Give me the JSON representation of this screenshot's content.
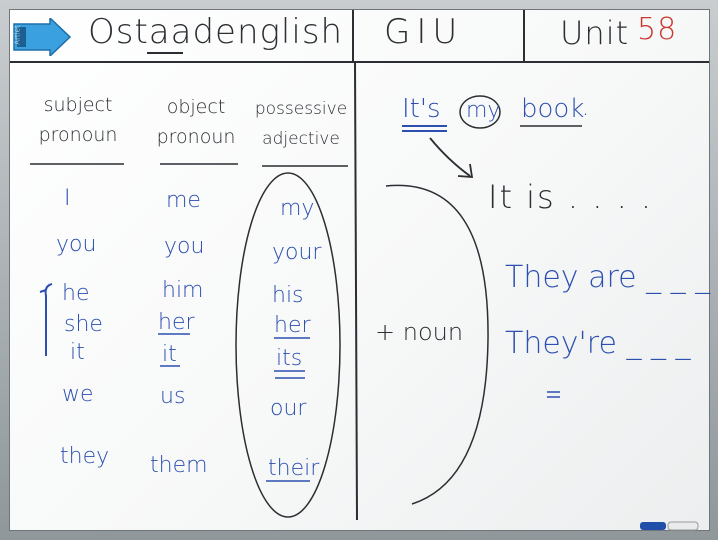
{
  "header": {
    "title": "Ostaadenglish",
    "center": "GIU",
    "unit_label": "Unit",
    "unit_number": "58"
  },
  "magnet": {
    "label": "Artlet",
    "color": "#3aa0e0"
  },
  "table": {
    "headers": [
      [
        "subject",
        "pronoun"
      ],
      [
        "object",
        "pronoun"
      ],
      [
        "possessive",
        "adjective"
      ]
    ],
    "rows": [
      [
        "I",
        "me",
        "my"
      ],
      [
        "you",
        "you",
        "your"
      ],
      [
        "he",
        "him",
        "his"
      ],
      [
        "she",
        "her",
        "her"
      ],
      [
        "it",
        "it",
        "its"
      ],
      [
        "we",
        "us",
        "our"
      ],
      [
        "they",
        "them",
        "their"
      ]
    ]
  },
  "right": {
    "example": [
      "It's",
      "my",
      "book",
      "."
    ],
    "expansion": "It is . . . .",
    "plus_noun": "+ noun",
    "they_are": "They are _ _ _",
    "theyre": "They're _ _ _"
  },
  "colors": {
    "black_ink": "#2b2e33",
    "blue_ink": "#2c4fb0",
    "red_ink": "#c8382f"
  }
}
